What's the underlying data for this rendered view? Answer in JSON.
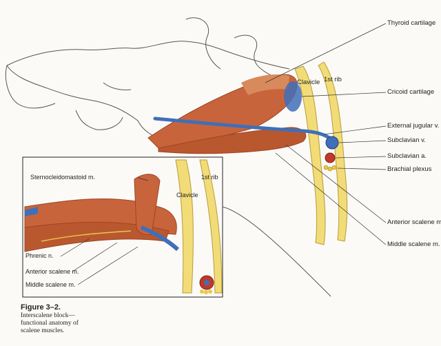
{
  "labels": {
    "thyroid_cartilage": "Thyroid cartilage",
    "cricoid_cartilage": "Cricoid cartilage",
    "external_jugular": "External jugular v.",
    "subclavian_v": "Subclavian v.",
    "subclavian_a": "Subclavian a.",
    "brachial_plexus": "Brachial plexus",
    "anterior_scalene_main": "Anterior scalene m.",
    "middle_scalene_main": "Middle scalene m.",
    "clavicle_main": "Clavicle",
    "first_rib_main": "1st rib"
  },
  "inset": {
    "sternocleidomastoid": "Sternocleidomastoid m.",
    "clavicle": "Clavicle",
    "first_rib": "1st rib",
    "phrenic": "Phrenic n.",
    "anterior_scalene": "Anterior scalene m.",
    "middle_scalene": "Middle scalene m."
  },
  "caption": {
    "figure": "Figure 3–2.",
    "text": "Interscalene block—functional anatomy of scalene muscles."
  },
  "colors": {
    "muscle": "#c8643c",
    "muscle_dark": "#9e4326",
    "vein": "#3f6fb8",
    "artery": "#c0392b",
    "bone": "#f2dc78",
    "nerve": "#e8c84a"
  }
}
